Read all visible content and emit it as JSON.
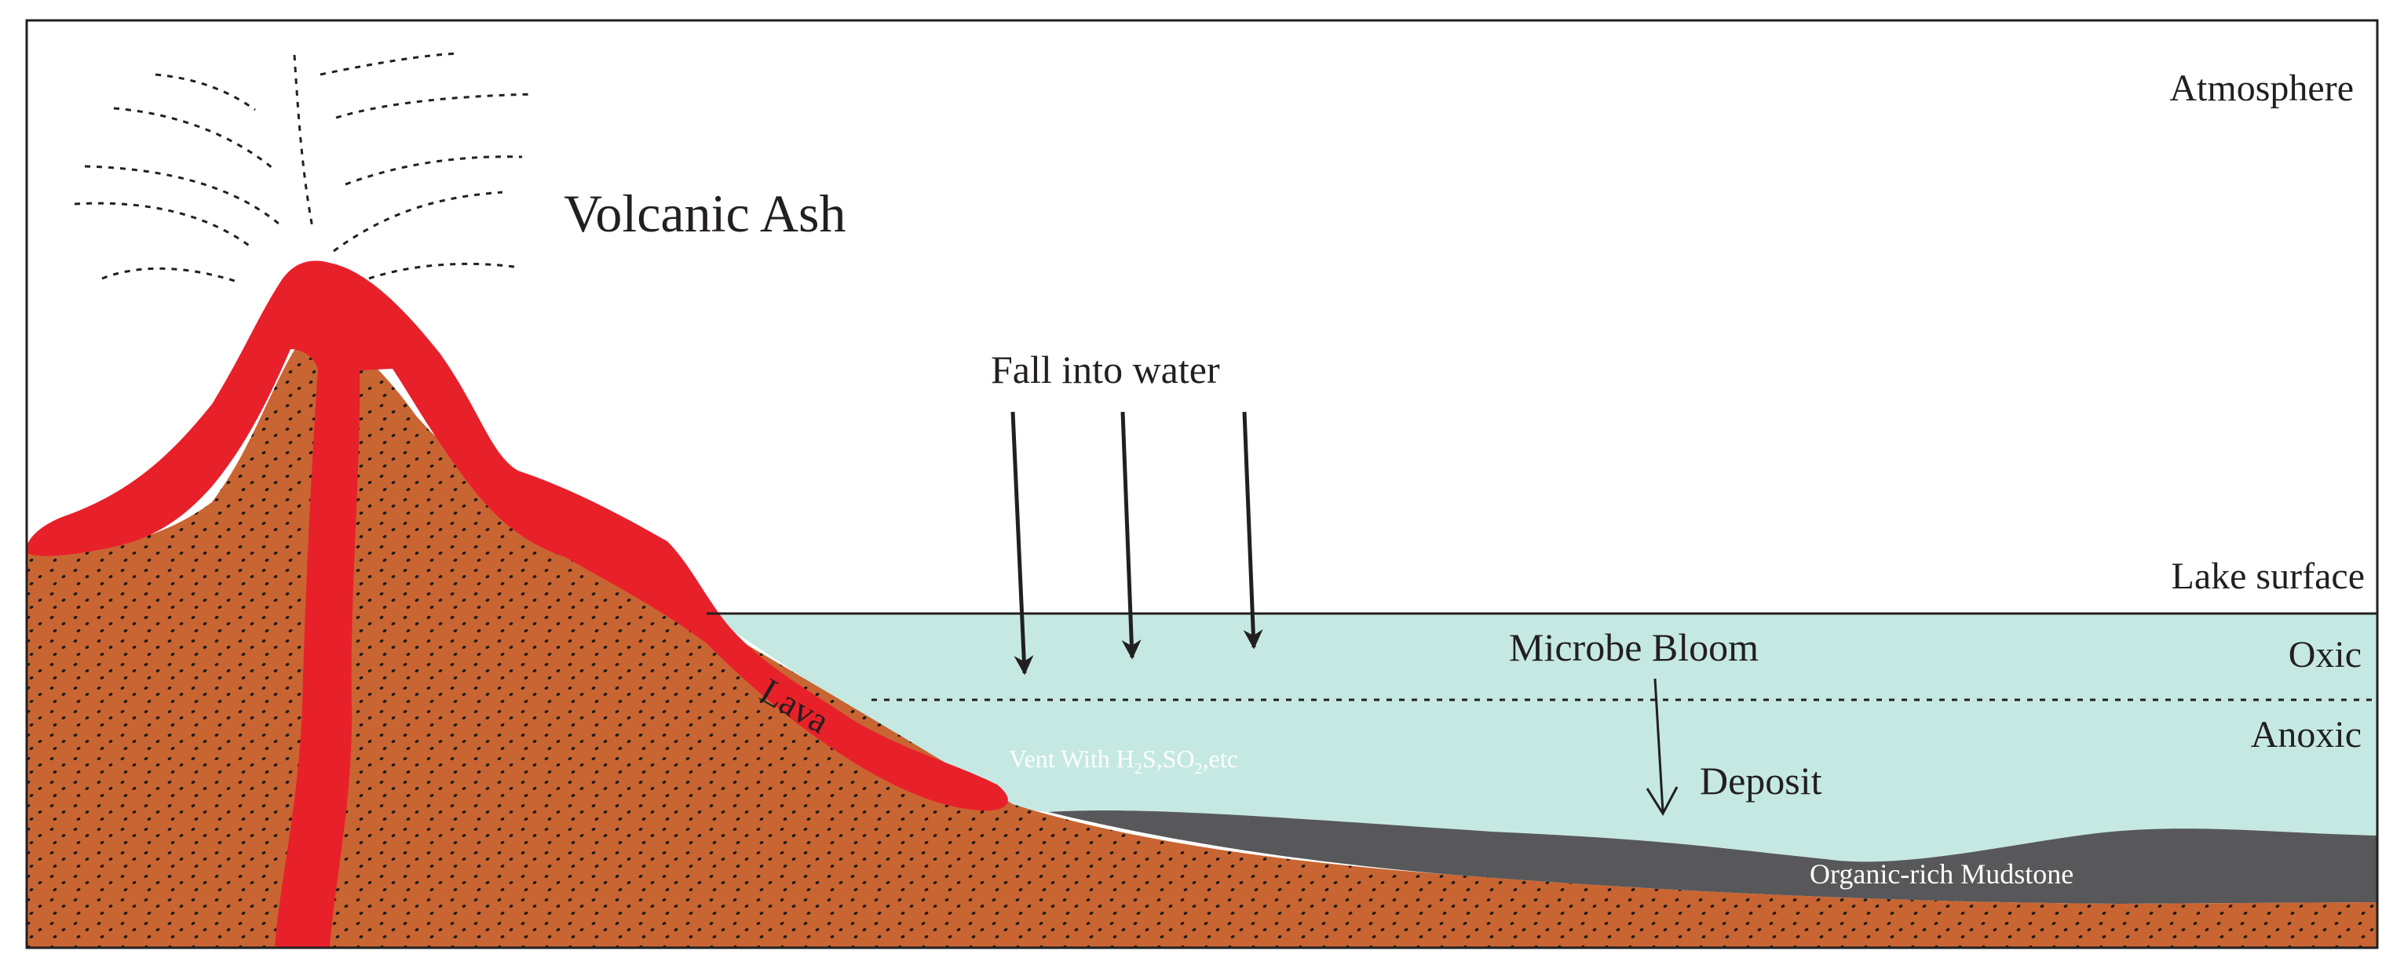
{
  "labels": {
    "atmosphere": "Atmosphere",
    "volcanic_ash": "Volcanic Ash",
    "fall_into_water": "Fall into water",
    "lake_surface": "Lake surface",
    "oxic": "Oxic",
    "anoxic": "Anoxic",
    "microbe_bloom": "Microbe Bloom",
    "deposit": "Deposit",
    "lava": "Lava",
    "vent_prefix": "Vent With H",
    "vent_sub1": "2",
    "vent_mid": "S,SO",
    "vent_sub2": "2",
    "vent_suffix": ",etc",
    "mudstone": "Organic-rich Mudstone"
  },
  "colors": {
    "lava": "#e8202a",
    "ground": "#c96532",
    "water": "#c5e9e2",
    "mudstone": "#58585a",
    "ink": "#231f20",
    "frame": "#231f20"
  }
}
